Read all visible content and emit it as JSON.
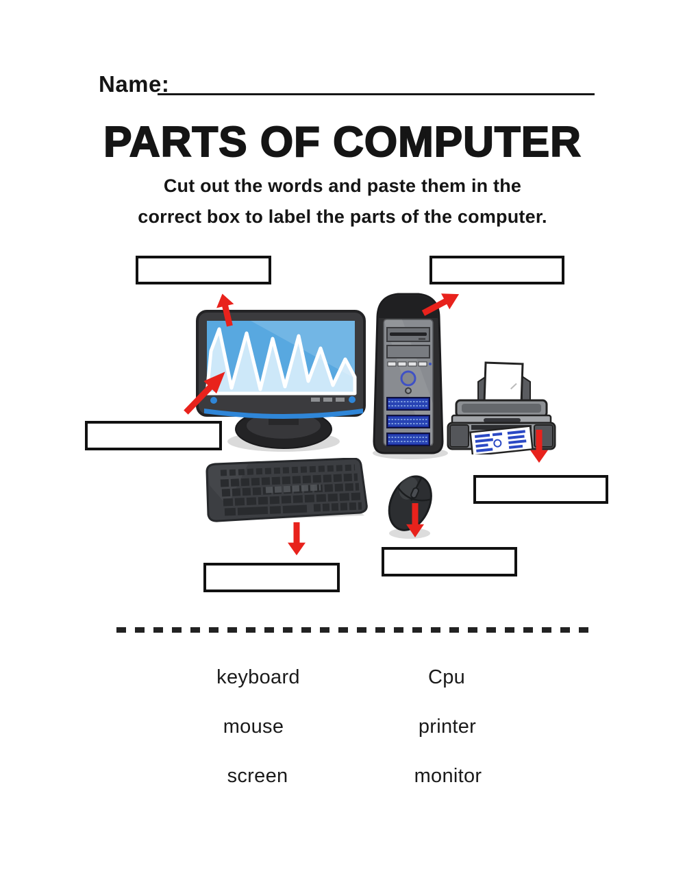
{
  "page": {
    "name_label": "Name:",
    "title": "PARTS OF COMPUTER",
    "instructions": [
      "Cut out the words and paste them in the",
      "correct box to label the parts of the computer."
    ]
  },
  "colors": {
    "ink": "#151515",
    "box_border": "#111111",
    "arrow_red": "#e8221c",
    "screen_blue": "#58a8e0",
    "accent_blue": "#2f86d8"
  },
  "word_bank": {
    "words": [
      {
        "label": "keyboard"
      },
      {
        "label": "Cpu"
      },
      {
        "label": "mouse"
      },
      {
        "label": "printer"
      },
      {
        "label": "screen"
      },
      {
        "label": "monitor"
      }
    ]
  }
}
